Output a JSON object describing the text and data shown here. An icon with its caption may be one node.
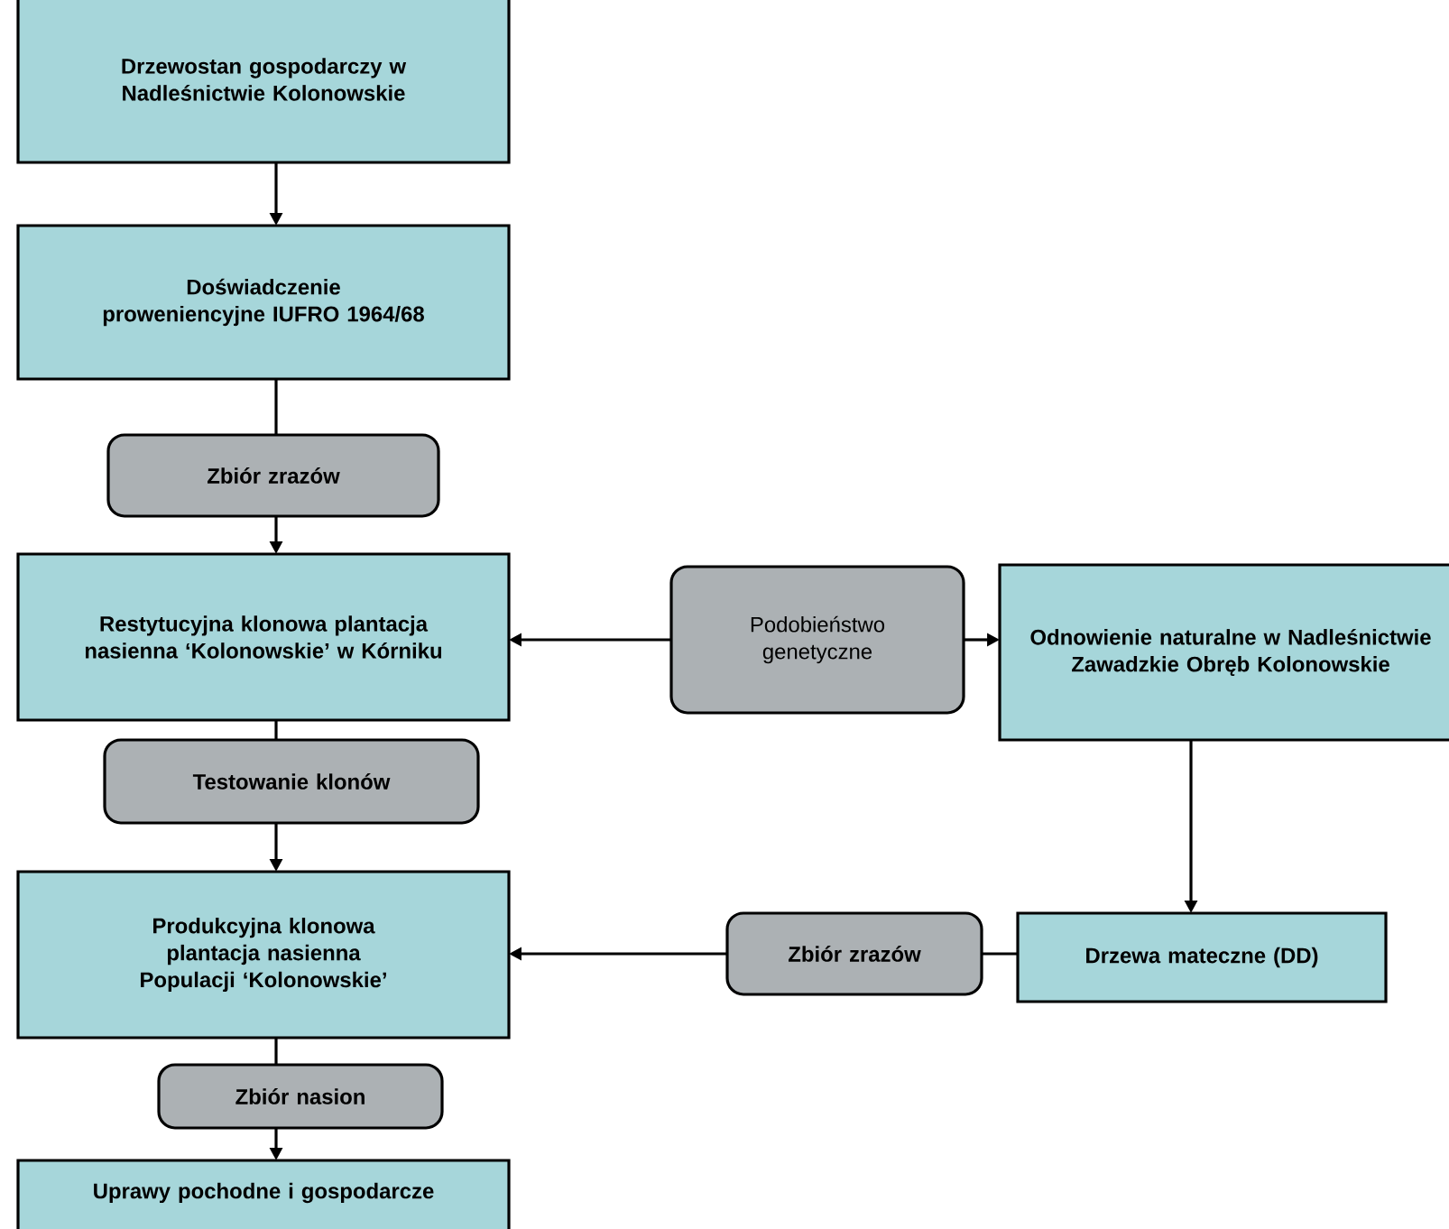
{
  "diagram": {
    "nodes": [
      {
        "text": [
          "Drzewostan gospodarczy w Nadleśnictwie Kolonowskie"
        ]
      },
      {
        "text": [
          "Doświadczenie proweniencyjne IUFRO 1964/68"
        ]
      },
      {
        "text": [
          "Zbiór zrazów"
        ]
      },
      {
        "text": [
          "Restytucyjna klonowa plantacja nasienna ‘Kolonowskie’ w Kórniku"
        ]
      },
      {
        "text": [
          "Podobieństwo genetyczne"
        ]
      },
      {
        "text": [
          "Odnowienie naturalne w Nadleśnictwie Zawadzkie Obręb Kolonowskie"
        ]
      },
      {
        "text": [
          "Testowanie klonów"
        ]
      },
      {
        "text": [
          "Produkcyjna klonowa plantacja nasienna Populacji ‘Kolonowskie’"
        ]
      },
      {
        "text": [
          "Zbiór zrazów"
        ]
      },
      {
        "text": [
          "Drzewa mateczne (DD)"
        ]
      },
      {
        "text": [
          "Zbiór nasion"
        ]
      },
      {
        "text": [
          "Uprawy pochodne i gospodarcze"
        ]
      }
    ],
    "edges": [
      {
        "from": 0,
        "to": 1,
        "arrow": "to"
      },
      {
        "from": 1,
        "to": 2,
        "arrow": "none"
      },
      {
        "from": 2,
        "to": 3,
        "arrow": "to"
      },
      {
        "from": 4,
        "to": 3,
        "arrow": "to"
      },
      {
        "from": 4,
        "to": 5,
        "arrow": "to"
      },
      {
        "from": 3,
        "to": 6,
        "arrow": "none"
      },
      {
        "from": 6,
        "to": 7,
        "arrow": "to"
      },
      {
        "from": 5,
        "to": 9,
        "arrow": "to"
      },
      {
        "from": 9,
        "to": 8,
        "arrow": "none"
      },
      {
        "from": 8,
        "to": 7,
        "arrow": "to"
      },
      {
        "from": 7,
        "to": 10,
        "arrow": "none"
      },
      {
        "from": 10,
        "to": 11,
        "arrow": "to"
      }
    ]
  }
}
